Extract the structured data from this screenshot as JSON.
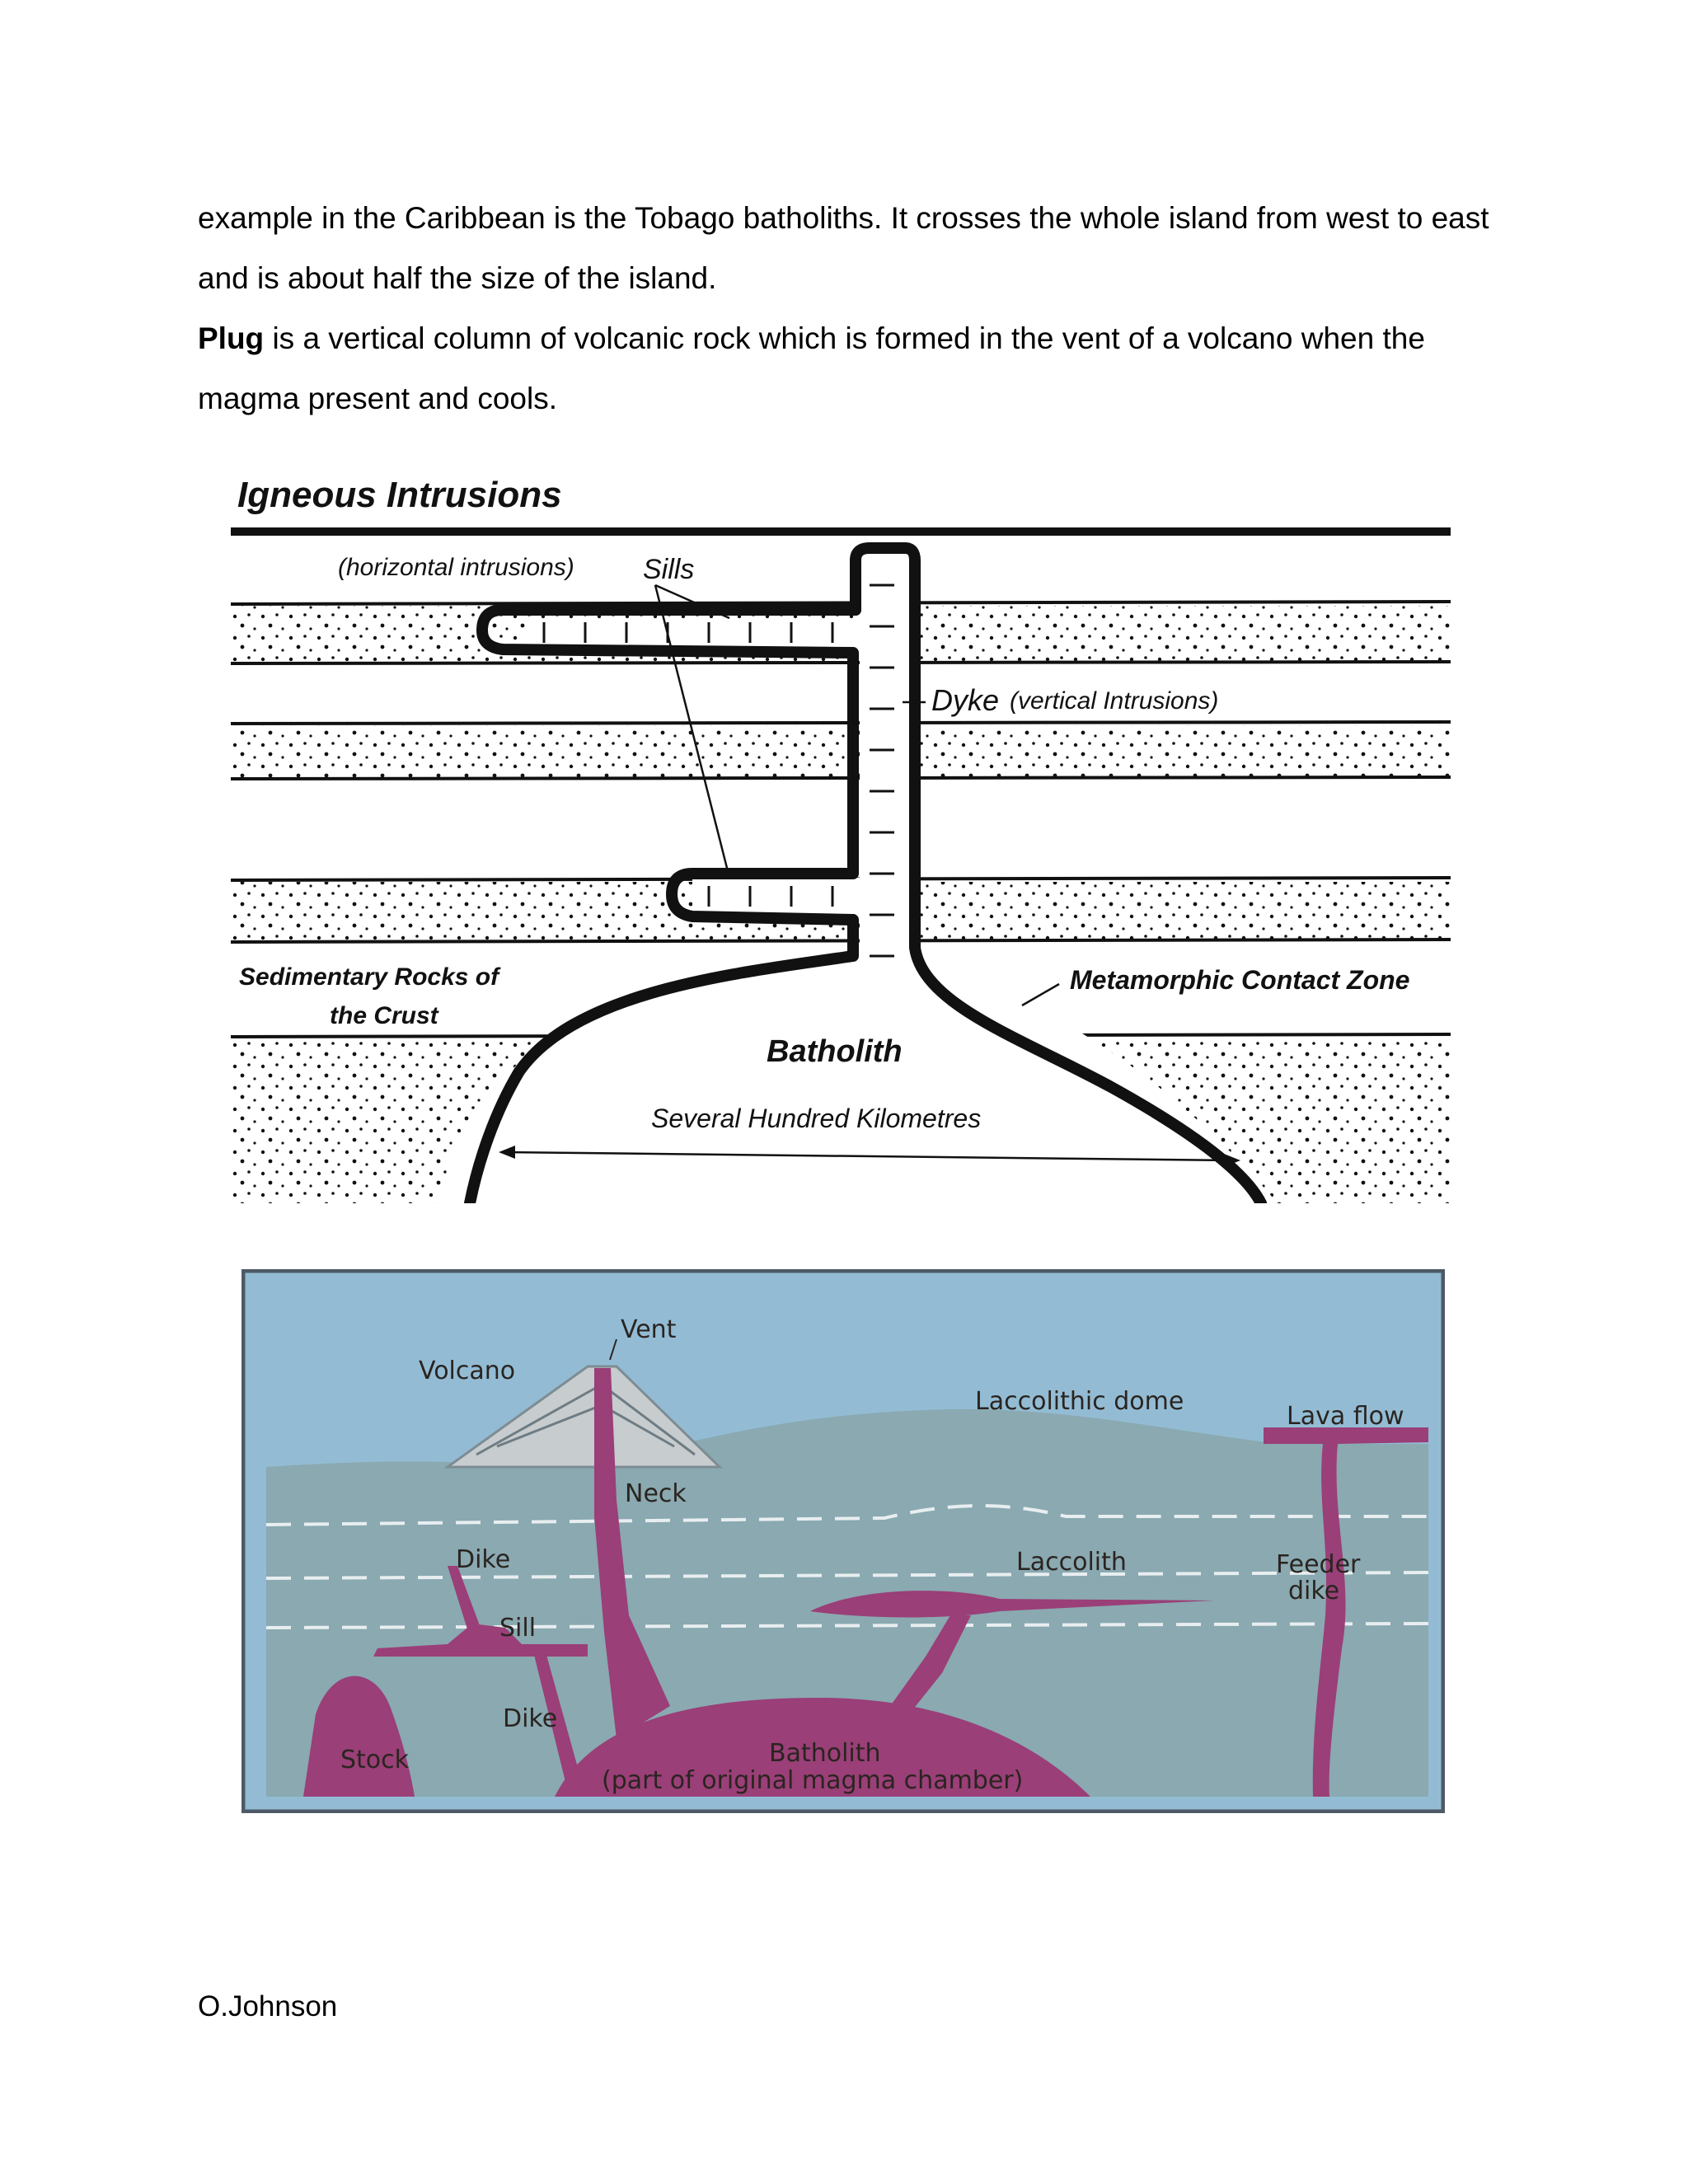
{
  "paragraphs": {
    "p1": "example in the Caribbean is the Tobago batholiths. It crosses the whole island from west to east and is about half the size of the island.",
    "p2_term": "Plug",
    "p2_rest": " is a vertical column of volcanic rock which is formed in the vent of a volcano when the magma present and cools."
  },
  "diagram1": {
    "title": "Igneous Intrusions",
    "sills_note": "(horizontal intrusions)",
    "sills": "Sills",
    "dyke": "Dyke",
    "dyke_note": "(vertical Intrusions)",
    "sedimentary_line1": "Sedimentary Rocks of",
    "sedimentary_line2": "the Crust",
    "metamorphic": "Metamorphic Contact Zone",
    "batholith": "Batholith",
    "width_note": "Several Hundred Kilometres"
  },
  "diagram2": {
    "vent": "Vent",
    "volcano": "Volcano",
    "laccolithic_dome": "Laccolithic dome",
    "lava_flow": "Lava flow",
    "neck": "Neck",
    "dike_upper": "Dike",
    "sill": "Sill",
    "dike_lower": "Dike",
    "laccolith": "Laccolith",
    "feeder_line1": "Feeder",
    "feeder_line2": "dike",
    "stock": "Stock",
    "batholith_line1": "Batholith",
    "batholith_line2": "(part of original magma chamber)",
    "colors": {
      "sky": "#93bcd4",
      "rock": "#8aa9b1",
      "magma": "#9a3f78",
      "frame": "#4d5a66"
    }
  },
  "footer": {
    "author": "O.Johnson"
  }
}
